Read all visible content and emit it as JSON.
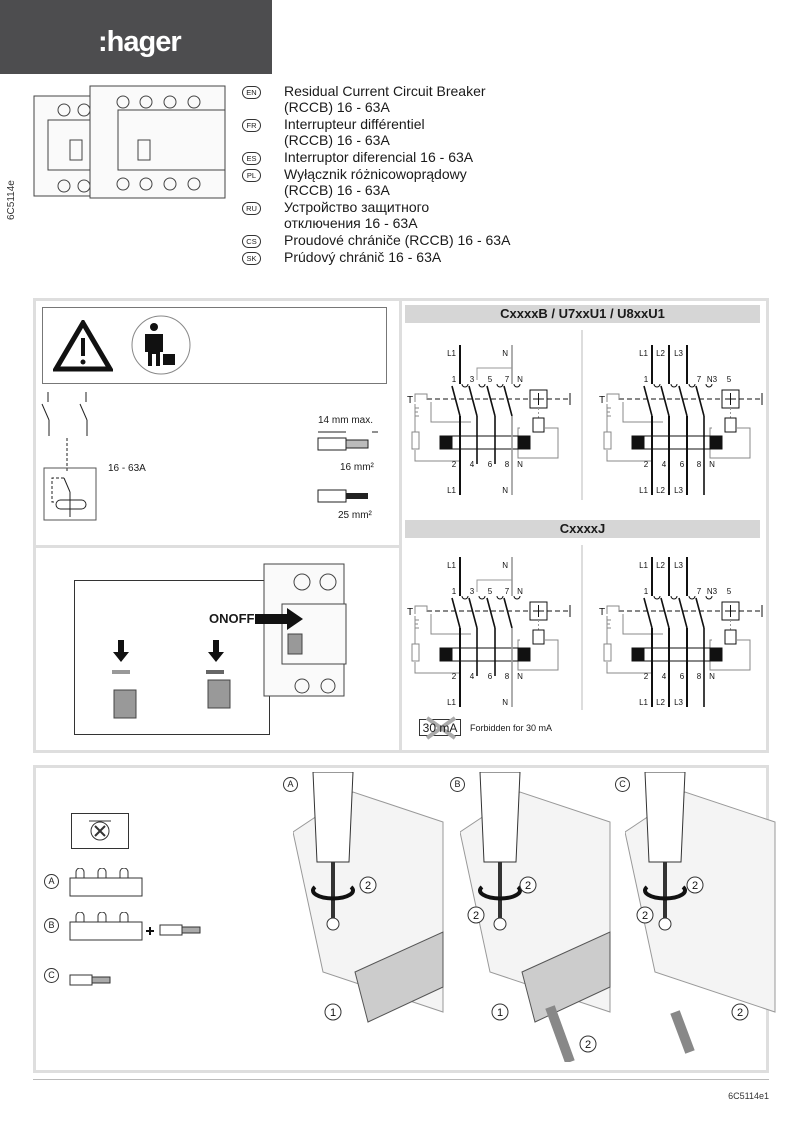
{
  "header": {
    "logo": ":hager"
  },
  "side_code": "6C5114e",
  "languages": [
    {
      "code": "EN",
      "lines": [
        "Residual Current Circuit Breaker",
        "(RCCB) 16 - 63A"
      ]
    },
    {
      "code": "FR",
      "lines": [
        "Interrupteur différentiel",
        "(RCCB) 16 - 63A"
      ]
    },
    {
      "code": "ES",
      "lines": [
        "Interruptor diferencial 16 - 63A"
      ]
    },
    {
      "code": "PL",
      "lines": [
        "Wyłącznik różnicowoprądowy",
        "(RCCB) 16 - 63A"
      ]
    },
    {
      "code": "RU",
      "lines": [
        "Устройство защитного",
        "отключения 16 - 63A"
      ]
    },
    {
      "code": "CS",
      "lines": [
        "Proudové chrániče (RCCB) 16 - 63A"
      ]
    },
    {
      "code": "SK",
      "lines": [
        "Prúdový chránič 16 - 63A"
      ]
    }
  ],
  "safety": {
    "icons": [
      "warning-triangle-icon",
      "qualified-electrician-icon"
    ],
    "rating": "16 - 63A",
    "strip_length": "14 mm max.",
    "wire_16": "16 mm²",
    "wire_25": "25 mm²"
  },
  "onoff": {
    "label": "ONOFF"
  },
  "wiring": {
    "title_b": "CxxxxB / U7xxU1 / U8xxU1",
    "title_j": "CxxxxJ",
    "t_label": "T",
    "two_pole": {
      "top": [
        "L1",
        "N"
      ],
      "terms": [
        "1",
        "3",
        "5",
        "7",
        "N"
      ],
      "bottom_nums": [
        "2",
        "4",
        "6",
        "8",
        "N"
      ],
      "bottom": [
        "L1",
        "N"
      ]
    },
    "four_pole": {
      "top": [
        "L1",
        "L2",
        "L3"
      ],
      "terms": [
        "1",
        "7",
        "N3",
        "5"
      ],
      "bottom_nums": [
        "2",
        "4",
        "6",
        "8",
        "N"
      ],
      "bottom": [
        "L1",
        "L2",
        "L3"
      ]
    },
    "forbidden_badge": "30 mA",
    "forbidden_text": "Forbidden for 30 mA"
  },
  "install": {
    "options": [
      {
        "letter": "A"
      },
      {
        "letter": "B"
      },
      {
        "letter": "C"
      }
    ],
    "steps": [
      {
        "letter": "A",
        "markers": [
          "2",
          "1"
        ]
      },
      {
        "letter": "B",
        "markers": [
          "2",
          "2",
          "1",
          "2"
        ]
      },
      {
        "letter": "C",
        "markers": [
          "2",
          "2",
          "2"
        ]
      }
    ]
  },
  "footer": {
    "code": "6C5114e1"
  }
}
